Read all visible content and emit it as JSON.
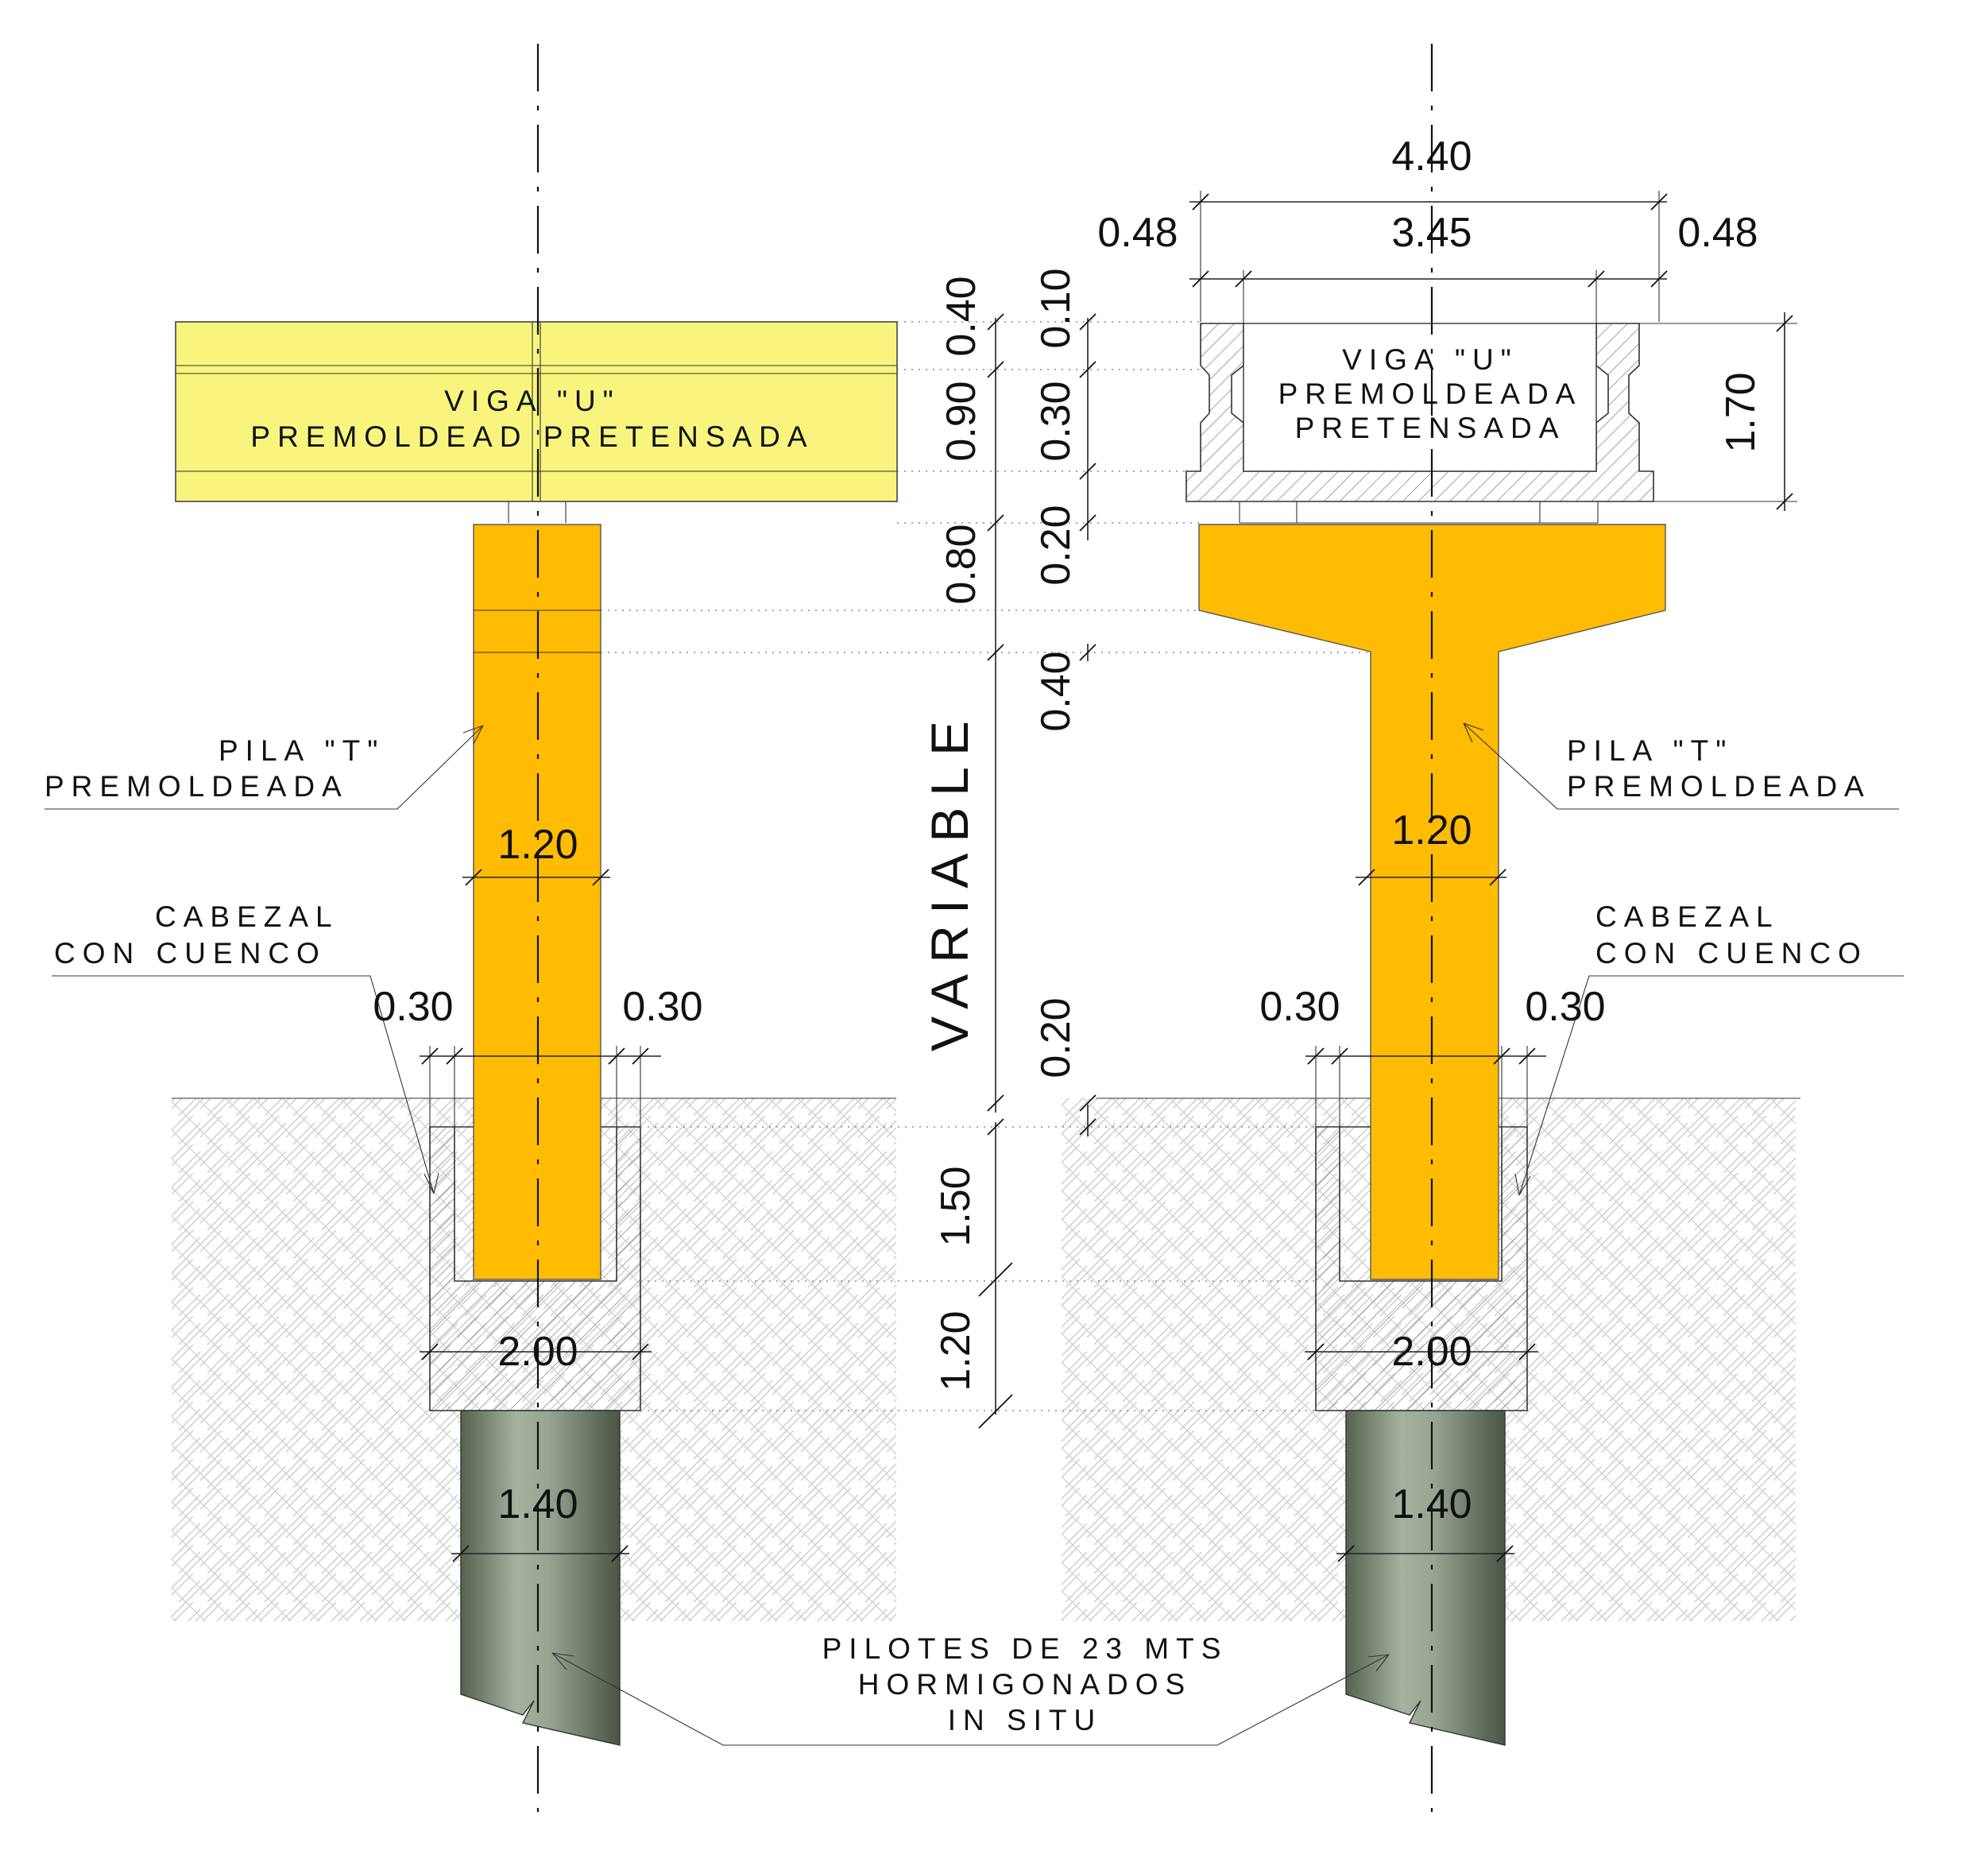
{
  "colors": {
    "beam_fill": "#f8f47e",
    "pier_fill": "#ffbc02",
    "pile_fill": "#8b9a86",
    "soil_hatch": "#c9c9c9",
    "concrete_hatch": "#7a7a7a"
  },
  "left_view": {
    "beam_label_1": "VIGA  \"U\"",
    "beam_label_2": "PREMOLDEAD  PRETENSADA",
    "pier_label_1": "PILA \"T\"",
    "pier_label_2": "PREMOLDEADA",
    "cap_label_1": "CABEZAL",
    "cap_label_2": "CON CUENCO",
    "dim_pier_width": "1.20",
    "dim_gap_left": "0.30",
    "dim_gap_right": "0.30",
    "dim_cap_width": "2.00",
    "dim_pile_diameter": "1.40"
  },
  "right_view": {
    "dim_total_width": "4.40",
    "dim_web_width": "3.45",
    "dim_flange_left": "0.48",
    "dim_flange_right": "0.48",
    "dim_beam_height": "1.70",
    "beam_label_1": "VIGA  \"U\"",
    "beam_label_2": "PREMOLDEADA",
    "beam_label_3": "PRETENSADA",
    "pier_label_1": "PILA \"T\"",
    "pier_label_2": "PREMOLDEADA",
    "cap_label_1": "CABEZAL",
    "cap_label_2": "CON CUENCO",
    "dim_pier_width": "1.20",
    "dim_gap_left": "0.30",
    "dim_gap_right": "0.30",
    "dim_cap_width": "2.00",
    "dim_pile_diameter": "1.40"
  },
  "vertical_dims": {
    "outer": [
      "0.40",
      "0.90",
      "0.80",
      "VARIABLE",
      "1.50",
      "1.20"
    ],
    "inner": [
      "0.10",
      "0.30",
      "0.20",
      "0.40",
      "0.20"
    ]
  },
  "piles_label": {
    "line1": "PILOTES DE 23 MTS",
    "line2": "HORMIGONADOS",
    "line3": "IN SITU"
  }
}
